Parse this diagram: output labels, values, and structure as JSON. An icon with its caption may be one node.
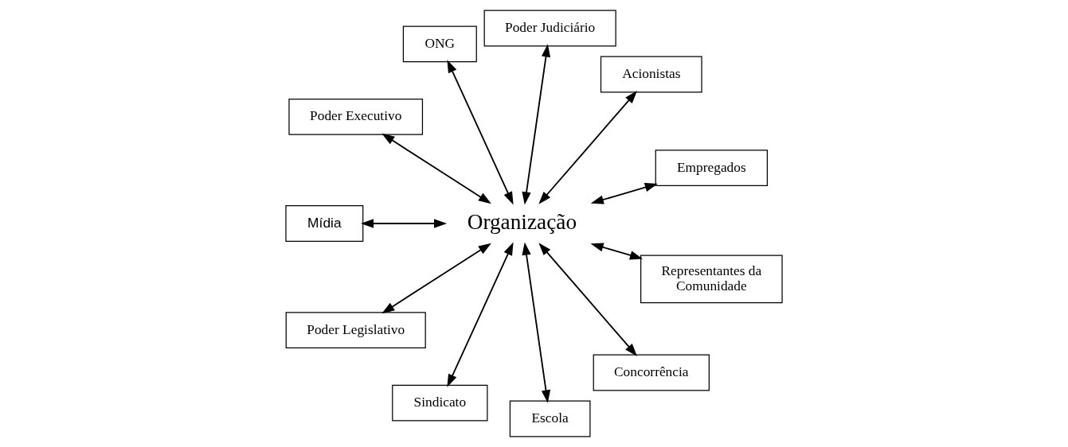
{
  "diagram": {
    "nodes": [
      {
        "text": [
          "Organização"
        ]
      },
      {
        "text": [
          "Empregados"
        ]
      },
      {
        "text": [
          "Acionistas"
        ]
      },
      {
        "text": [
          "Poder Judiciário"
        ]
      },
      {
        "text": [
          "ONG"
        ]
      },
      {
        "text": [
          "Poder Executivo"
        ]
      },
      {
        "text": [
          "Mídia"
        ]
      },
      {
        "text": [
          "Poder Legislativo"
        ]
      },
      {
        "text": [
          "Sindicato"
        ]
      },
      {
        "text": [
          "Escola"
        ]
      },
      {
        "text": [
          "Concorrência"
        ]
      },
      {
        "text": [
          "Representantes da Comunidade"
        ]
      }
    ],
    "edges": [
      {
        "from": 1,
        "to": 0,
        "arrow": "both"
      },
      {
        "from": 2,
        "to": 0,
        "arrow": "both"
      },
      {
        "from": 3,
        "to": 0,
        "arrow": "both"
      },
      {
        "from": 4,
        "to": 0,
        "arrow": "both"
      },
      {
        "from": 5,
        "to": 0,
        "arrow": "both"
      },
      {
        "from": 6,
        "to": 0,
        "arrow": "both"
      },
      {
        "from": 7,
        "to": 0,
        "arrow": "both"
      },
      {
        "from": 8,
        "to": 0,
        "arrow": "both"
      },
      {
        "from": 9,
        "to": 0,
        "arrow": "both"
      },
      {
        "from": 10,
        "to": 0,
        "arrow": "both"
      },
      {
        "from": 11,
        "to": 0,
        "arrow": "both"
      }
    ]
  }
}
